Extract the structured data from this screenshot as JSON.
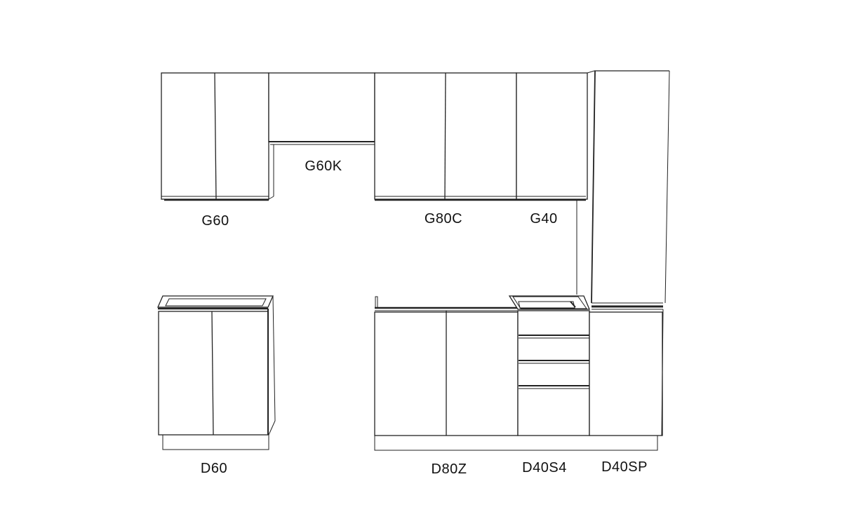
{
  "diagram": {
    "type": "kitchen-cabinet-elevation",
    "line_color": "#222222",
    "background": "#ffffff",
    "wall_cabinets": [
      {
        "code": "G60",
        "doors": 2
      },
      {
        "code": "G60K",
        "doors": 1
      },
      {
        "code": "G80C",
        "doors": 2
      },
      {
        "code": "G40",
        "doors": 1
      }
    ],
    "tall_cabinet": {
      "code": "D40SP"
    },
    "base_cabinets": [
      {
        "code": "D60",
        "doors": 2
      },
      {
        "code": "D80Z",
        "doors": 2
      },
      {
        "code": "D40S4",
        "drawers": 4
      },
      {
        "code": "D40SP",
        "doors": 1
      }
    ]
  },
  "labels": {
    "g60": "G60",
    "g60k": "G60K",
    "g80c": "G80C",
    "g40": "G40",
    "d60": "D60",
    "d80z": "D80Z",
    "d40s4": "D40S4",
    "d40sp": "D40SP"
  }
}
